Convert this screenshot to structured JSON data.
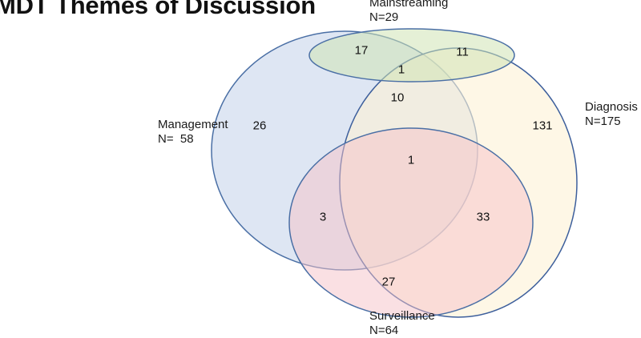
{
  "title": "MDT Themes of Discussion",
  "sets": {
    "mainstreaming": {
      "name": "Mainstreaming",
      "n": "N=29",
      "fill": "#cfe3b4",
      "stroke": "#4a6fa5"
    },
    "management": {
      "name": "Management",
      "n": "N=  58",
      "fill": "#c2d1ea",
      "stroke": "#4a6fa5"
    },
    "diagnosis": {
      "name": "Diagnosis",
      "n": "N=175",
      "fill": "#fdf2d6",
      "stroke": "#3d5f9c"
    },
    "surveillance": {
      "name": "Surveillance",
      "n": "N=64",
      "fill": "#f6c2c8",
      "stroke": "#4a6fa5"
    }
  },
  "regions": {
    "mainstreaming_management": "17",
    "mainstreaming_diagnosis": "11",
    "mainstreaming_management_diagnosis": "1",
    "management_diagnosis": "10",
    "management_only": "26",
    "diagnosis_only": "131",
    "management_diagnosis_surveillance": "1",
    "management_surveillance": "3",
    "diagnosis_surveillance": "33",
    "surveillance_only": "27"
  }
}
